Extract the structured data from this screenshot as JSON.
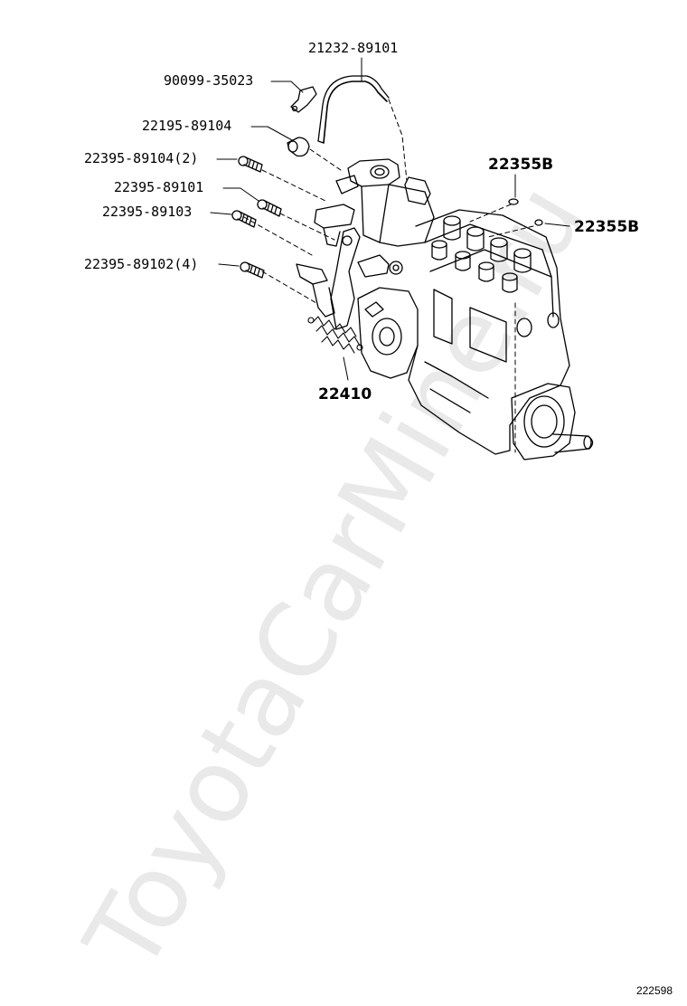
{
  "watermark": "ToyotaCarMine.ru",
  "diagram_id": "222598",
  "parts": [
    {
      "label": "21232-89101"
    },
    {
      "label": "90099-35023"
    },
    {
      "label": "22195-89104"
    },
    {
      "label": "22395-89104(2)"
    },
    {
      "label": "22395-89101"
    },
    {
      "label": "22395-89103"
    },
    {
      "label": "22395-89102(4)"
    },
    {
      "label": "22355B"
    },
    {
      "label": "22355B"
    },
    {
      "label": "22410"
    }
  ]
}
